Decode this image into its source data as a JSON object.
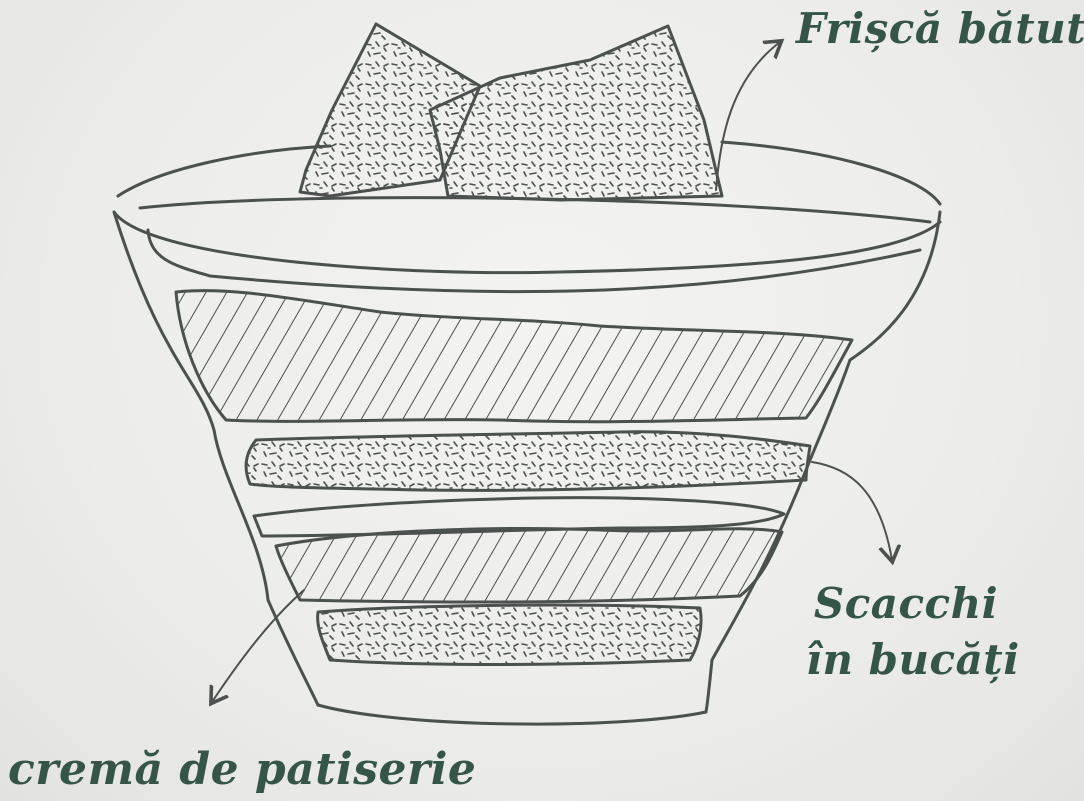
{
  "labels": {
    "whipped_cream": "Frișcă bătută",
    "biscuits_line1": "Scacchi",
    "biscuits_line2": "în bucăți",
    "pastry_cream": "cremă de patiserie"
  },
  "colors": {
    "ink": "#4a514e",
    "label_green": "#355646",
    "paper": "#ededeb"
  }
}
